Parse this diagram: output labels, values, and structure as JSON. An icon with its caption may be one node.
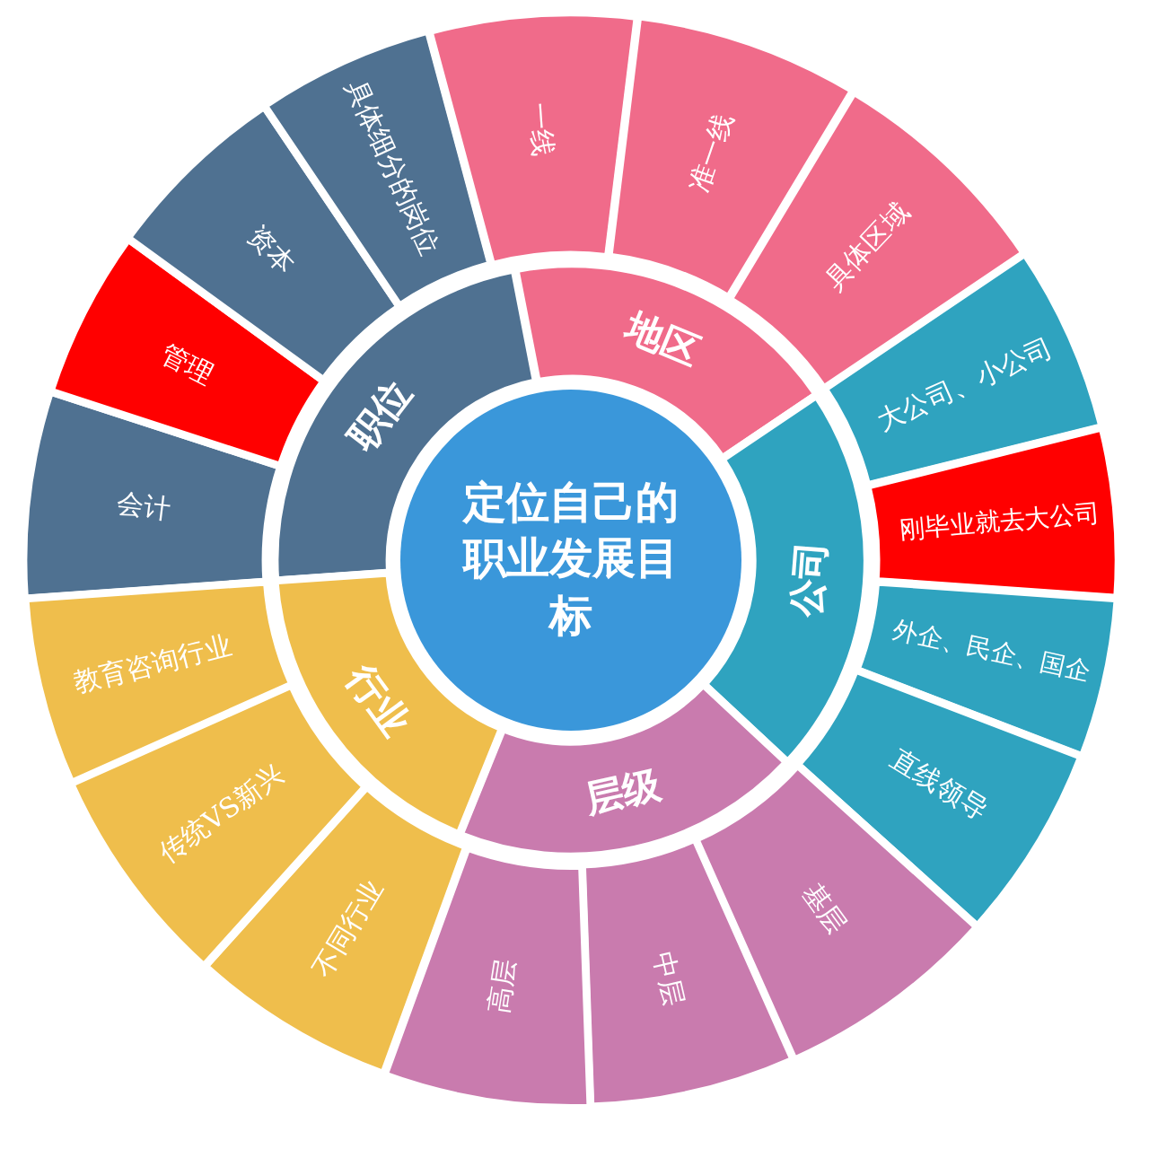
{
  "diagram": {
    "nodes": [
      {
        "text": [
          "定位自己的职业发展目标"
        ]
      },
      {
        "text": [
          "职位"
        ]
      },
      {
        "text": [
          "地区"
        ]
      },
      {
        "text": [
          "公司"
        ]
      },
      {
        "text": [
          "层级"
        ]
      },
      {
        "text": [
          "行业"
        ]
      },
      {
        "text": [
          "会计"
        ]
      },
      {
        "text": [
          "管理"
        ]
      },
      {
        "text": [
          "资本"
        ]
      },
      {
        "text": [
          "具体细分的岗位"
        ]
      },
      {
        "text": [
          "一线"
        ]
      },
      {
        "text": [
          "准一线"
        ]
      },
      {
        "text": [
          "具体区域"
        ]
      },
      {
        "text": [
          "大公司、小公司"
        ]
      },
      {
        "text": [
          "刚毕业就去大公司"
        ]
      },
      {
        "text": [
          "外企、民企、国企"
        ]
      },
      {
        "text": [
          "直线领导"
        ]
      },
      {
        "text": [
          "基层"
        ]
      },
      {
        "text": [
          "中层"
        ]
      },
      {
        "text": [
          "高层"
        ]
      },
      {
        "text": [
          "不同行业"
        ]
      },
      {
        "text": [
          "传统VS新兴"
        ]
      },
      {
        "text": [
          "教育咨询行业"
        ]
      }
    ]
  }
}
